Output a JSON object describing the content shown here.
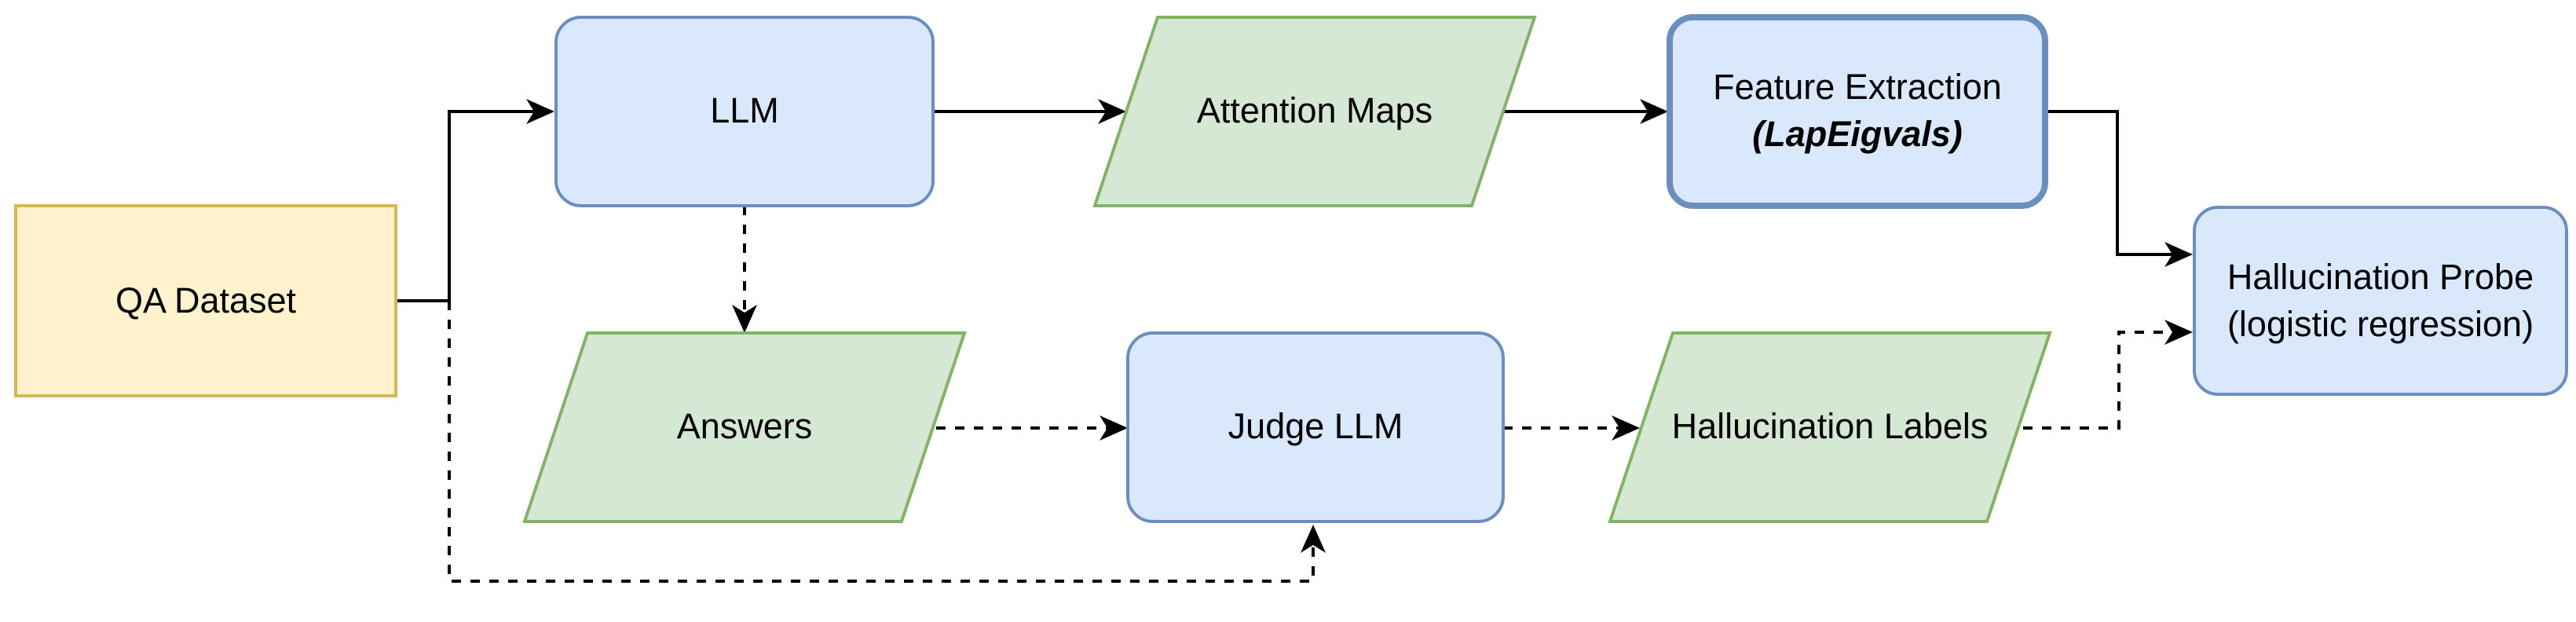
{
  "nodes": {
    "qa_dataset": {
      "label": "QA Dataset"
    },
    "llm": {
      "label": "LLM"
    },
    "attention_maps": {
      "label": "Attention Maps"
    },
    "feature_extraction": {
      "label": "Feature Extraction",
      "sublabel": "(LapEigvals)"
    },
    "hallucination_probe": {
      "label": "Hallucination Probe",
      "sublabel": "(logistic regression)"
    },
    "answers": {
      "label": "Answers"
    },
    "judge_llm": {
      "label": "Judge LLM"
    },
    "hallucination_labels": {
      "label": "Hallucination Labels"
    }
  },
  "colors": {
    "dataset_fill": "#fff2cc",
    "dataset_stroke": "#d6b656",
    "process_fill": "#dae8fc",
    "process_stroke": "#6c8ebf",
    "data_fill": "#d5e8d4",
    "data_stroke": "#82b366",
    "edge": "#000000"
  }
}
